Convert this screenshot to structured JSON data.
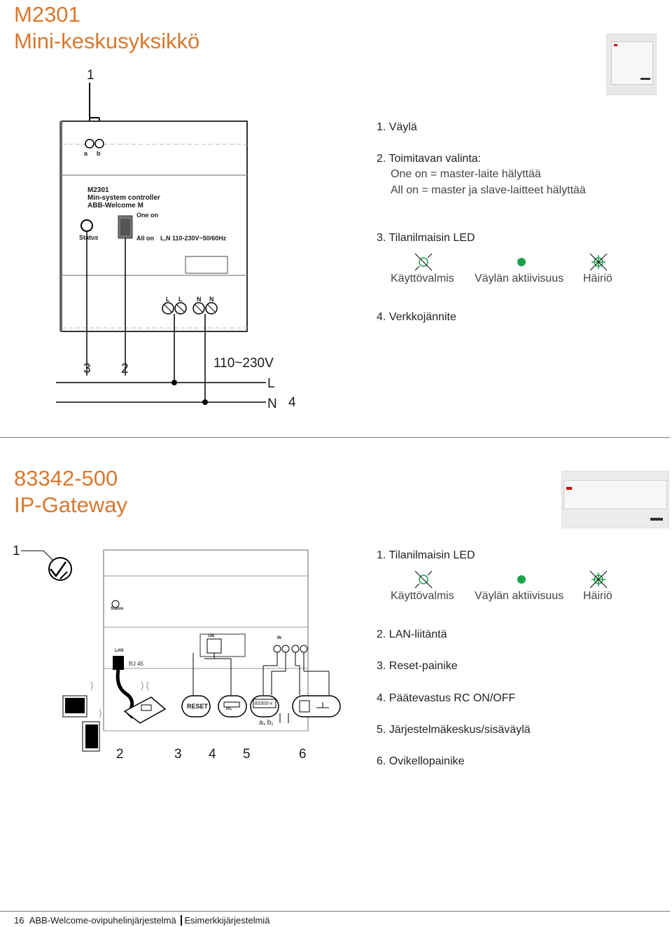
{
  "section1": {
    "title_line1": "M2301",
    "title_line2": "Mini-keskusyksikkö",
    "callout_top": "1",
    "device": {
      "terminal_a": "a",
      "terminal_b": "b",
      "model": "M2301",
      "name": "Min-system controller",
      "brand": "ABB-Welcome M",
      "one_on": "One on",
      "status": "Status",
      "all_on": "All on",
      "power": "L,N  110-230V~50/60Hz",
      "t_l1": "L",
      "t_l2": "L",
      "t_n1": "N",
      "t_n2": "N"
    },
    "wiring": {
      "num3": "3",
      "num2": "2",
      "voltage": "110~230V",
      "l": "L",
      "n": "N",
      "num4": "4"
    },
    "legend": {
      "item1": "1. Väylä",
      "item2": "2. Toimitavan valinta:",
      "item2_a": "One on = master-laite hälyttää",
      "item2_b": "All on = master ja slave-laitteet hälyttää",
      "item3": "3. Tilanilmaisin LED",
      "led_ready": "Käyttövalmis",
      "led_active": "Väylän aktiivisuus",
      "led_fault": "Häiriö",
      "item4": "4. Verkkojännite"
    }
  },
  "section2": {
    "title_line1": "83342-500",
    "title_line2": "IP-Gateway",
    "callout_1": "1",
    "device": {
      "status": "Status",
      "lan": "LAN",
      "rj45": "RJ 45",
      "on": "ON",
      "in": "IN",
      "reset": "RESET",
      "rc": "RC",
      "module": "83300-x",
      "a1b1": "a₁ b₁"
    },
    "bottom_nums": [
      "2",
      "3",
      "4",
      "5",
      "6"
    ],
    "legend": {
      "item1": "1. Tilanilmaisin LED",
      "led_ready": "Käyttövalmis",
      "led_active": "Väylän aktiivisuus",
      "led_fault": "Häiriö",
      "item2": "2. LAN-liitäntä",
      "item3": "3. Reset-painike",
      "item4": "4. Päätevastus RC ON/OFF",
      "item5": "5. Järjestelmäkeskus/sisäväylä",
      "item6": "6. Ovikellopainike"
    }
  },
  "footer": {
    "page": "16",
    "doc": "ABB-Welcome-ovipuhelinjärjestelmä",
    "section": "Esimerkkijärjestelmiä"
  },
  "colors": {
    "accent": "#d9782d",
    "led_green": "#1aa34a"
  }
}
